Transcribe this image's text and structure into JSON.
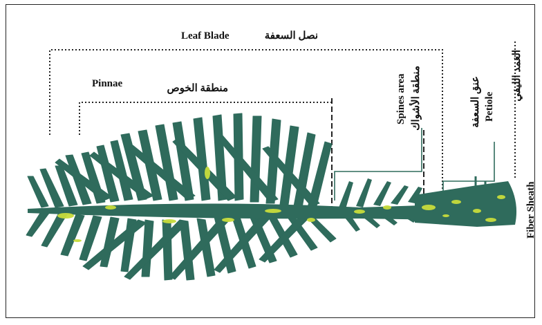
{
  "labels": {
    "leaf_blade_en": "Leaf Blade",
    "leaf_blade_ar": "نصل السعفة",
    "pinnae_en": "Pinnae",
    "pinnae_ar": "منطقة الخوص",
    "spines_en": "Spines area",
    "spines_ar": "منطقة الأشواك",
    "petiole_en": "Petiole",
    "petiole_ar": "عنق السعفة",
    "fiber_en": "Fiber Sheath",
    "fiber_ar": "الغمد الليفي"
  },
  "colors": {
    "leaf": "#2f6b5c",
    "highlight": "#c8dc3c",
    "line": "#222222"
  }
}
